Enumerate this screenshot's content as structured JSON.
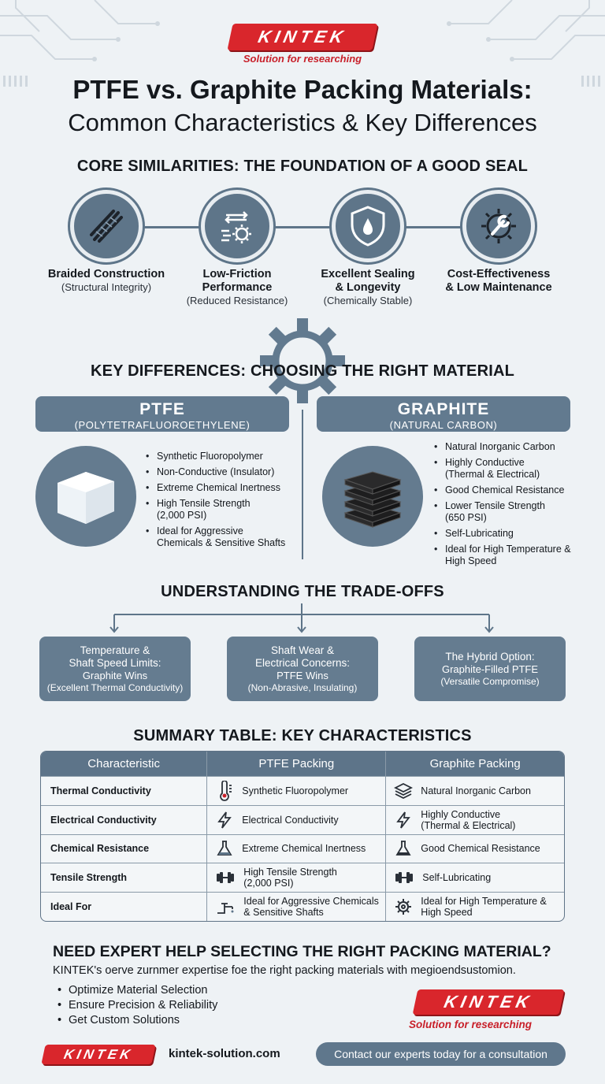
{
  "brand": {
    "logo": "KINTEK",
    "tagline": "Solution for researching",
    "website": "kintek-solution.com"
  },
  "title": {
    "line1": "PTFE vs. Graphite Packing Materials:",
    "line2": "Common Characteristics & Key Differences"
  },
  "similarities": {
    "heading": "CORE SIMILARITIES: THE FOUNDATION OF A GOOD SEAL",
    "items": [
      {
        "label1": "Braided Construction",
        "label2": "",
        "sub": "(Structural Integrity)",
        "icon": "braid-icon"
      },
      {
        "label1": "Low-Friction",
        "label2": "Performance",
        "sub": "(Reduced Resistance)",
        "icon": "gear-arrows-icon"
      },
      {
        "label1": "Excellent Sealing",
        "label2": "& Longevity",
        "sub": "(Chemically Stable)",
        "icon": "shield-drop-icon"
      },
      {
        "label1": "Cost-Effectiveness",
        "label2": "& Low Maintenance",
        "sub": "",
        "icon": "gear-wrench-icon"
      }
    ]
  },
  "differences": {
    "heading": "KEY DIFFERENCES: CHOOSING THE RIGHT MATERIAL",
    "ptfe": {
      "name": "PTFE",
      "sub": "(POLYTETRAFLUOROETHYLENE)",
      "bullets": [
        "Synthetic Fluoropolymer",
        "Non-Conductive (Insulator)",
        "Extreme Chemical Inertness",
        "High Tensile Strength (2,000 PSI)",
        "Ideal for Aggressive Chemicals & Sensitive Shafts"
      ]
    },
    "graphite": {
      "name": "GRAPHITE",
      "sub": "(NATURAL CARBON)",
      "bullets": [
        "Natural Inorganic Carbon",
        "Highly Conductive (Thermal & Electrical)",
        "Good Chemical Resistance",
        "Lower Tensile Strength (650 PSI)",
        "Self-Lubricating",
        "Ideal for High Temperature & High Speed"
      ]
    }
  },
  "tradeoffs": {
    "heading": "UNDERSTANDING THE TRADE-OFFS",
    "items": [
      {
        "a1": "Temperature &",
        "a2": "Shaft Speed Limits:",
        "b": "Graphite Wins",
        "c": "(Excellent Thermal Conductivity)"
      },
      {
        "a1": "Shaft Wear &",
        "a2": "Electrical Concerns:",
        "b": "PTFE Wins",
        "c": "(Non-Abrasive, Insulating)"
      },
      {
        "a1": "The Hybrid Option:",
        "a2": "",
        "b": "Graphite-Filled PTFE",
        "c": "(Versatile Compromise)"
      }
    ]
  },
  "summary": {
    "heading": "SUMMARY TABLE: KEY CHARACTERISTICS",
    "columns": [
      "Characteristic",
      "PTFE Packing",
      "Graphite Packing"
    ],
    "rows": [
      {
        "name": "Thermal Conductivity",
        "ptfe": "Synthetic Fluoropolymer",
        "ptfe_icon": "thermometer-icon",
        "graphite": "Natural Inorganic Carbon",
        "graphite_icon": "layers-icon"
      },
      {
        "name": "Electrical Conductivity",
        "ptfe": "Electrical Conductivity",
        "ptfe_icon": "lightning-icon",
        "graphite": "Highly Conductive (Thermal & Electrical)",
        "graphite_icon": "lightning-icon"
      },
      {
        "name": "Chemical Resistance",
        "ptfe": "Extreme Chemical Inertness",
        "ptfe_icon": "flask-icon",
        "graphite": "Good Chemical Resistance",
        "graphite_icon": "flask-icon"
      },
      {
        "name": "Tensile Strength",
        "ptfe": "High Tensile Strength (2,000 PSI)",
        "ptfe_icon": "dumbbell-icon",
        "graphite": "Self-Lubricating",
        "graphite_icon": "dumbbell-icon"
      },
      {
        "name": "Ideal For",
        "ptfe": "Ideal for Aggressive Chemicals & Sensitive Shafts",
        "ptfe_icon": "faucet-icon",
        "graphite": "Ideal for High Temperature & High Speed",
        "graphite_icon": "gear-icon"
      }
    ]
  },
  "cta": {
    "heading": "NEED EXPERT HELP SELECTING THE RIGHT PACKING MATERIAL?",
    "text": "KINTEK's oerve zurnmer expertise foe the right packing materials with megioendsustomion.",
    "bullets": [
      "Optimize Material Selection",
      "Ensure Precision & Reliability",
      "Get Custom Solutions"
    ],
    "contact": "Contact our experts today for a consultation"
  },
  "colors": {
    "brand_red": "#d9262c",
    "slate": "#627a8f",
    "background": "#eef2f5"
  }
}
